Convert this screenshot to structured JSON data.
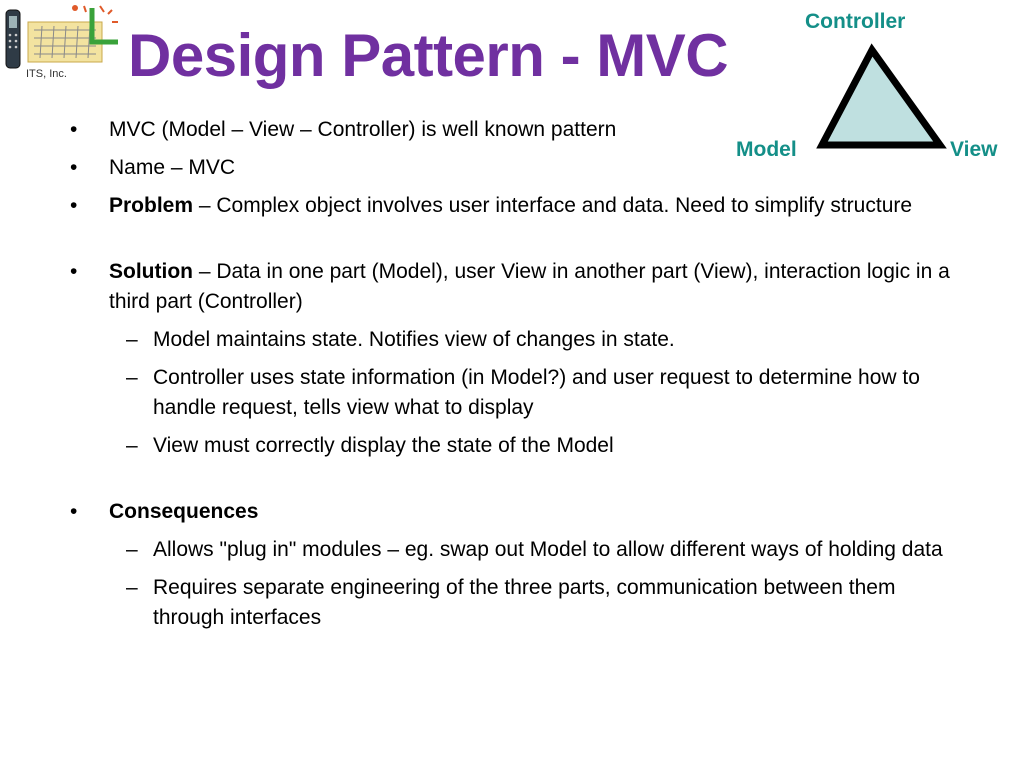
{
  "logo": {
    "text": "ITS, Inc."
  },
  "title": "Design Pattern - MVC",
  "diagram": {
    "top_label": "Controller",
    "left_label": "Model",
    "right_label": "View",
    "fill": "#bfe0e0",
    "label_color": "#148f88"
  },
  "bullets": [
    {
      "strong": "",
      "text": "MVC (Model – View – Controller) is well known pattern"
    },
    {
      "strong": "",
      "text": "Name – MVC"
    },
    {
      "strong": "Problem",
      "text": " – Complex object involves user interface and data. Need to simplify structure"
    },
    {
      "strong": "Solution",
      "text": " – Data in one part (Model), user View in another part (View), interaction logic in a third part (Controller)"
    },
    {
      "strong": "Consequences",
      "text": ""
    }
  ],
  "solution_subs": [
    "Model maintains state. Notifies view of changes in state.",
    "Controller uses state information (in Model?) and user request to determine how to handle request, tells view what to display",
    "View must correctly display the state of the Model"
  ],
  "consequence_subs": [
    "Allows \"plug in\" modules – eg. swap out Model to allow different ways of holding data",
    "Requires separate engineering of the three parts, communication between them through interfaces"
  ],
  "bullet_mark": "•",
  "sub_mark": "–",
  "colors": {
    "title": "#7030a0",
    "diagram_label": "#148f88"
  }
}
